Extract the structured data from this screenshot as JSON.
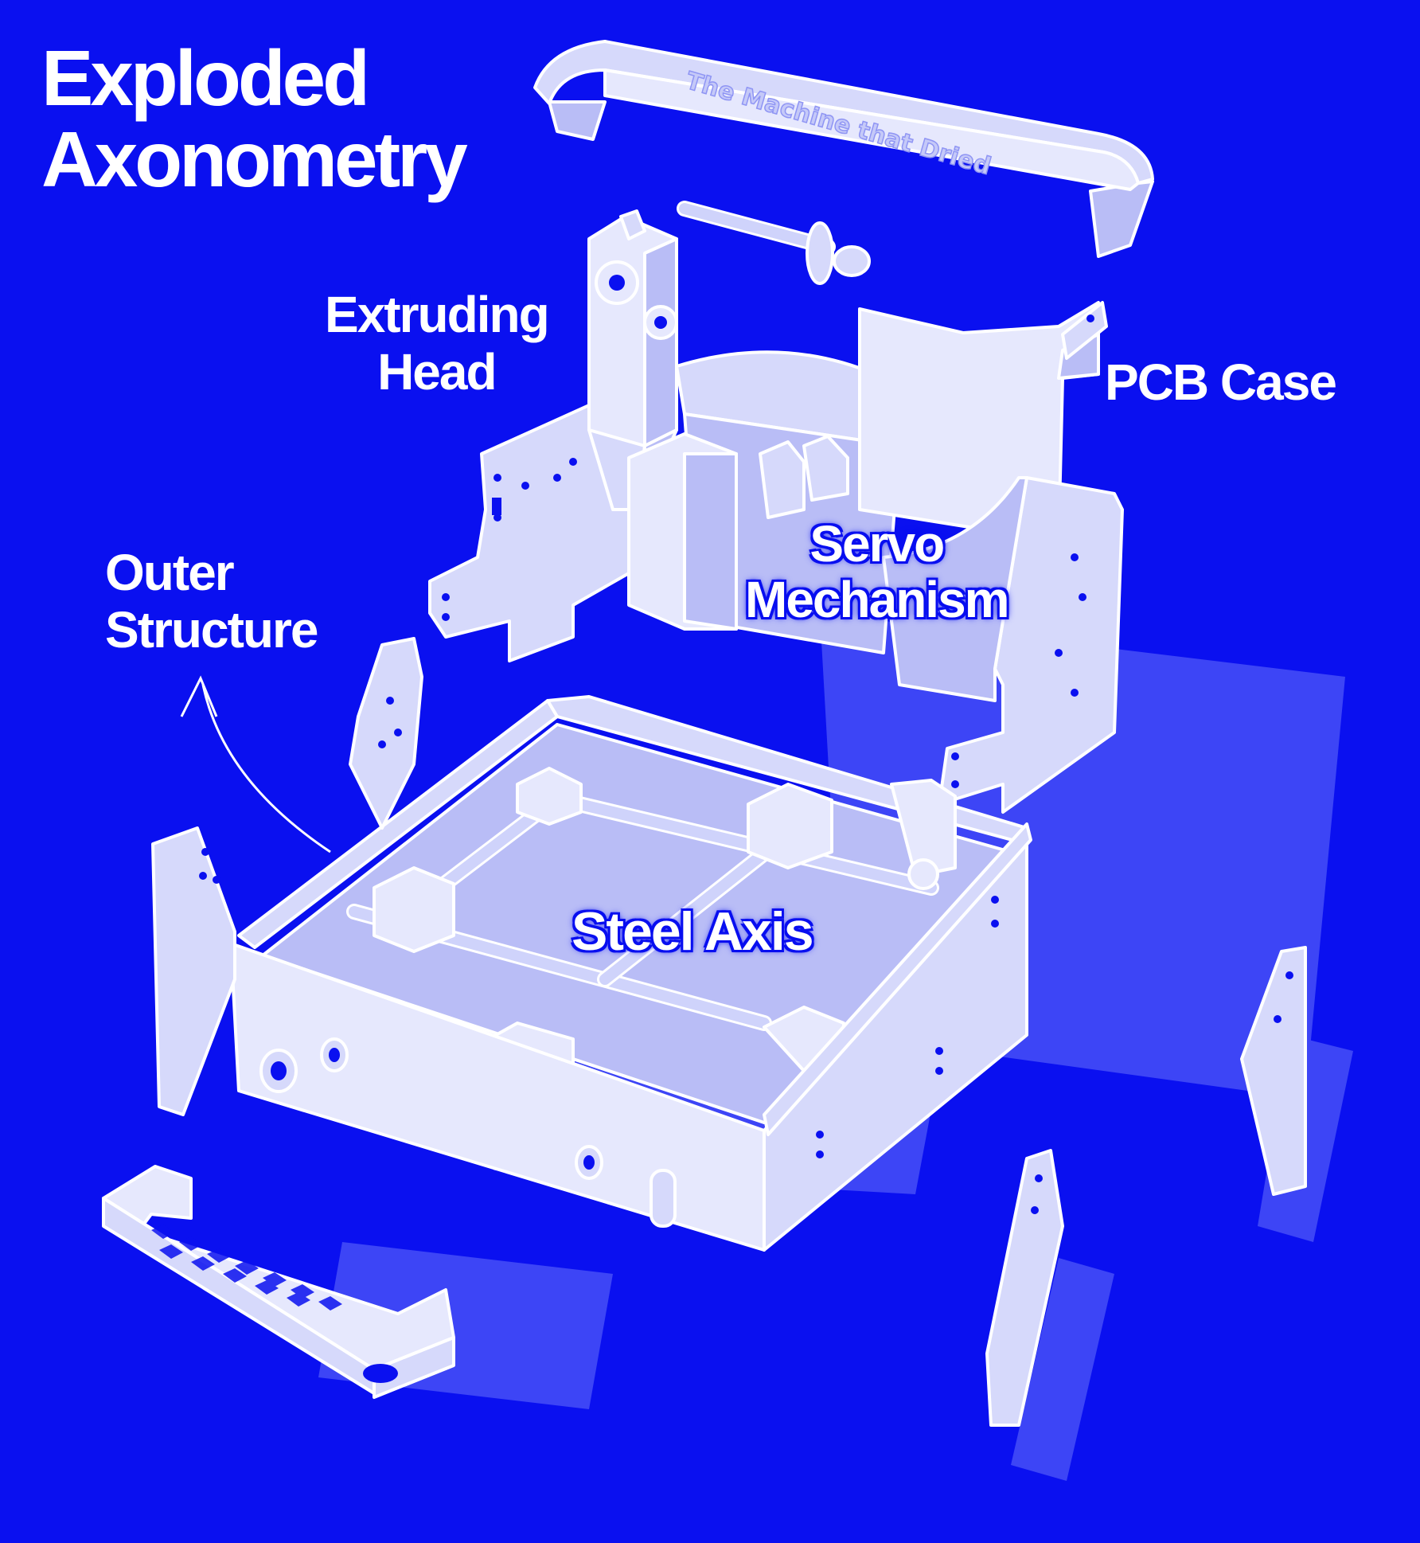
{
  "title": {
    "line1": "Exploded",
    "line2": "Axonometry"
  },
  "labels": {
    "extruding_head_line1": "Extruding",
    "extruding_head_line2": "Head",
    "pcb_case": "PCB Case",
    "outer_structure_line1": "Outer",
    "outer_structure_line2": "Structure",
    "servo_line1": "Servo",
    "servo_line2": "Mechanism",
    "steel_axis": "Steel Axis"
  },
  "lid_engraving": "The Machine that Dried",
  "colors": {
    "background": "#0a10f0",
    "parts": "#d6d9fb",
    "outline": "#ffffff",
    "shadow": "#3d45f6"
  }
}
